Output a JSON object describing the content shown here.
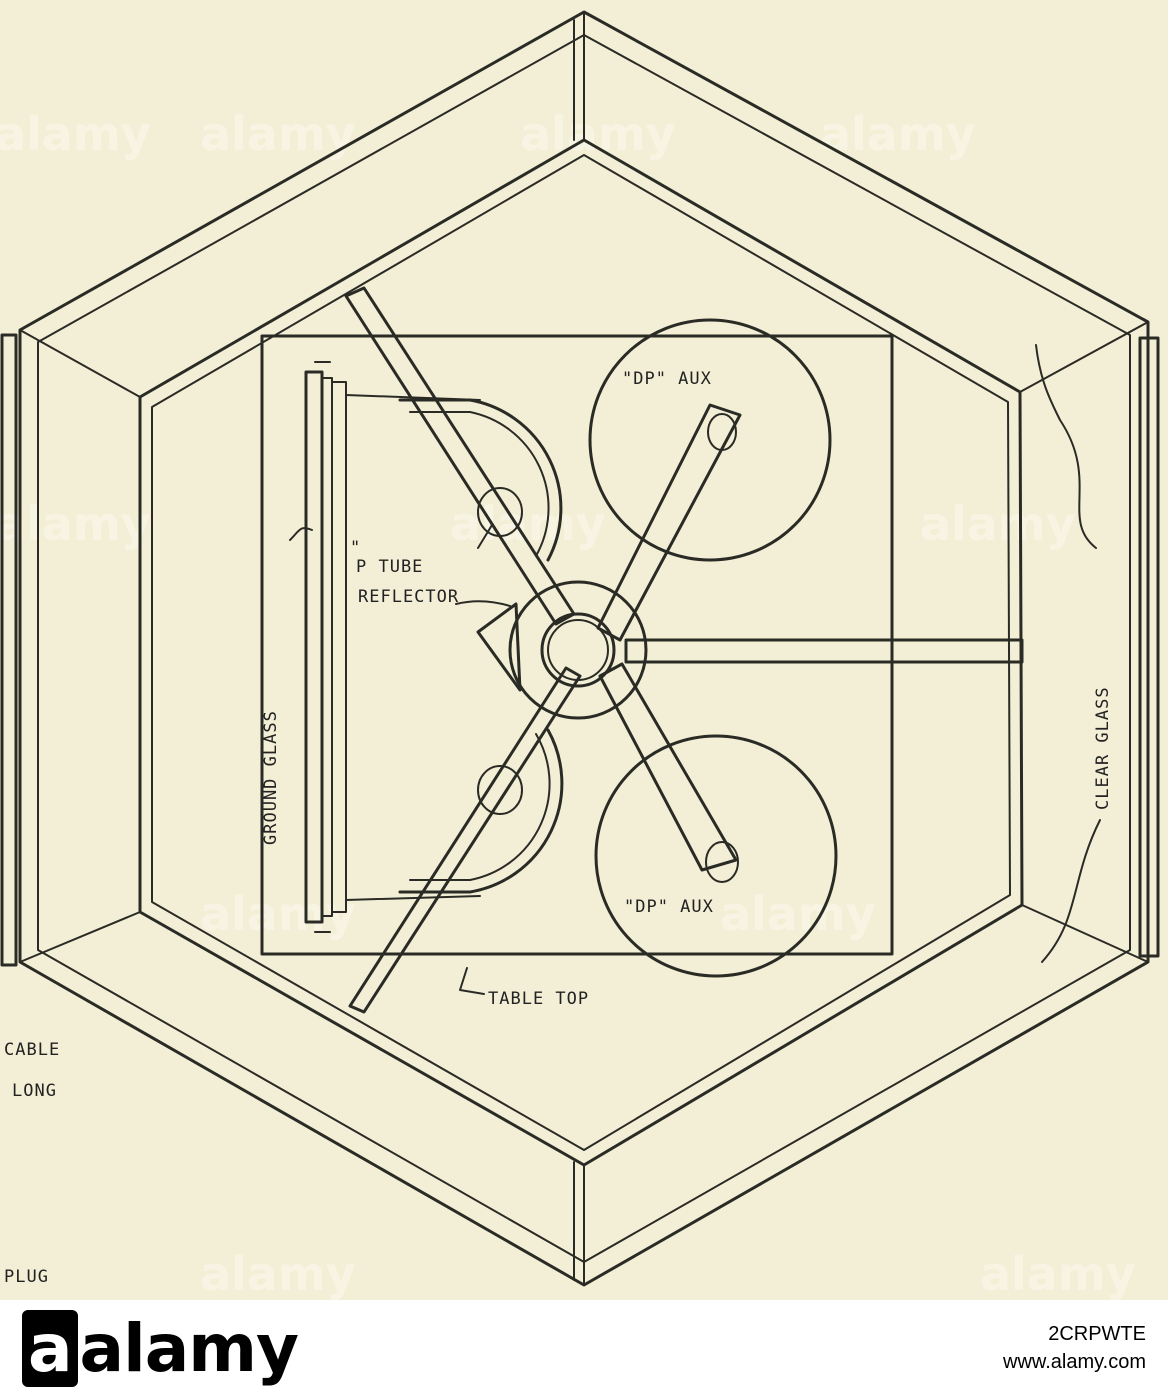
{
  "labels": {
    "dp_aux_top": "\"DP\" AUX",
    "dp_aux_bottom": "\"DP\" AUX",
    "p_tube_quote": "\"",
    "p_tube": "P TUBE",
    "reflector": "REFLECTOR",
    "ground_glass": "GROUND GLASS",
    "clear_glass": "CLEAR GLASS",
    "table_top": "TABLE TOP",
    "cable": "CABLE",
    "long": "LONG",
    "plug": "PLUG"
  },
  "watermark": "alamy",
  "footer": {
    "logo_a": "a",
    "logo_rest": "alamy",
    "image_id": "2CRPWTE",
    "url": "www.alamy.com"
  },
  "colors": {
    "paper": "#f3efd6",
    "ink": "#2b2b26",
    "footer_bg": "#ffffff"
  }
}
